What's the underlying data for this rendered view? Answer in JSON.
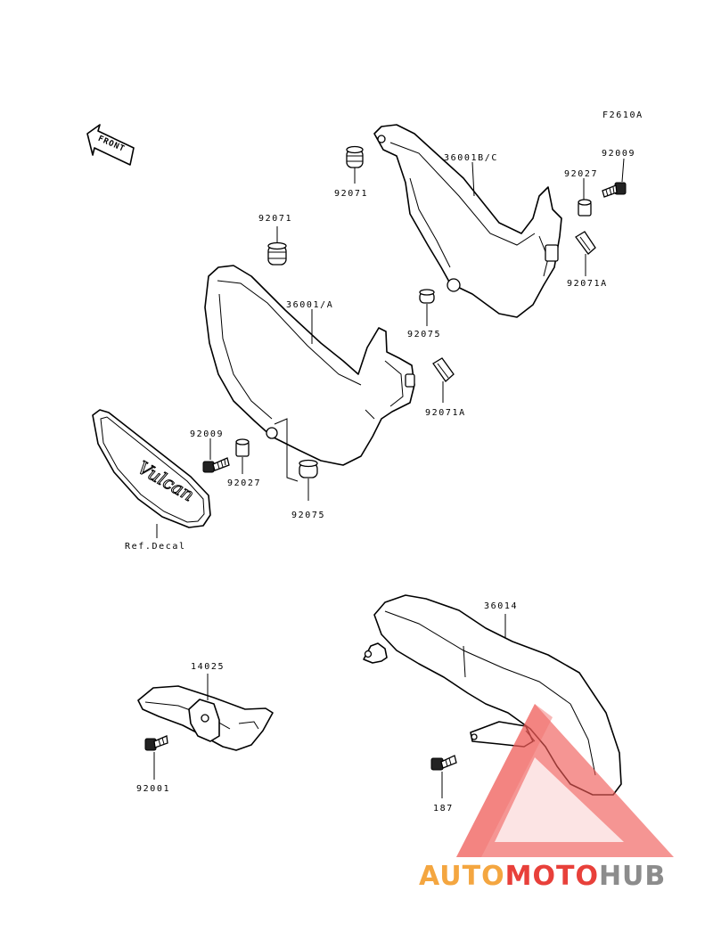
{
  "figure_code": "F2610A",
  "front_marker": "FRONT",
  "decal_script": "Vulcan",
  "labels": {
    "p36001bc": "36001B/C",
    "p92071_top": "92071",
    "p92027_right": "92027",
    "p92009_right": "92009",
    "p92071a_right": "92071A",
    "p92075_mid": "92075",
    "p92071_left": "92071",
    "p36001a": "36001/A",
    "p92071a_mid": "92071A",
    "p92009_left": "92009",
    "p92027_left": "92027",
    "p92075_low": "92075",
    "ref_decal": "Ref.Decal",
    "p36014": "36014",
    "p14025": "14025",
    "p92001": "92001",
    "p187": "187"
  },
  "watermark": {
    "part1": "AUTO",
    "part2": "MOTO",
    "part3": "HUB",
    "colors": {
      "auto": "#f4a640",
      "moto": "#e8403a",
      "hub": "#8c8c8c",
      "triangle": "#ef5a55"
    }
  }
}
